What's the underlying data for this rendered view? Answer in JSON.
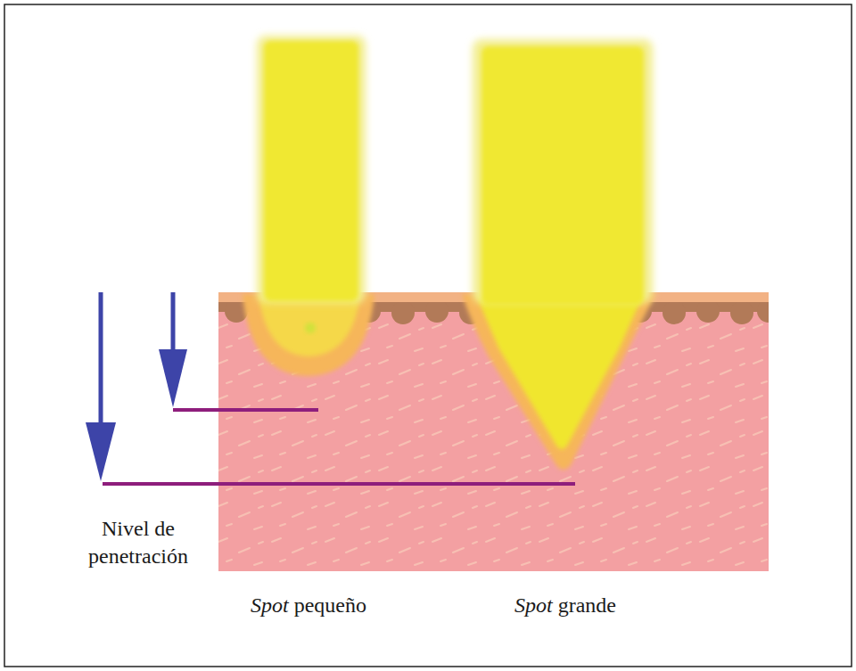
{
  "diagram": {
    "labels": [
      "Nivel de penetración",
      "Spot pequeño",
      "Spot grande"
    ]
  }
}
